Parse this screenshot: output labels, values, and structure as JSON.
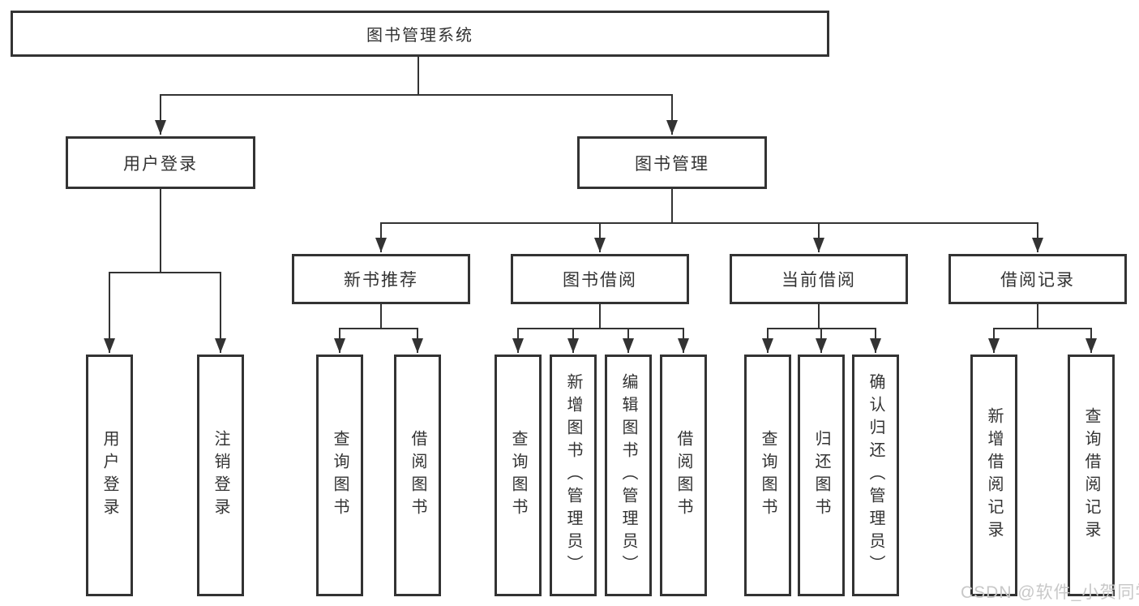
{
  "colors": {
    "line": "#333333",
    "text": "#333333",
    "background": "#ffffff",
    "watermark": "#c8c8c8"
  },
  "diagram": {
    "root": {
      "label": "图书管理系统"
    },
    "branches": [
      {
        "label": "用户登录",
        "children": [
          "用户登录",
          "注销登录"
        ]
      },
      {
        "label": "图书管理",
        "groups": [
          {
            "label": "新书推荐",
            "children": [
              "查询图书",
              "借阅图书"
            ]
          },
          {
            "label": "图书借阅",
            "children": [
              "查询图书",
              "新增图书（管理员）",
              "编辑图书（管理员）",
              "借阅图书"
            ]
          },
          {
            "label": "当前借阅",
            "children": [
              "查询图书",
              "归还图书",
              "确认归还（管理员）"
            ]
          },
          {
            "label": "借阅记录",
            "children": [
              "新增借阅记录",
              "查询借阅记录"
            ]
          }
        ]
      }
    ]
  },
  "watermark": {
    "text": "CSDN @软件_小贺同学"
  }
}
